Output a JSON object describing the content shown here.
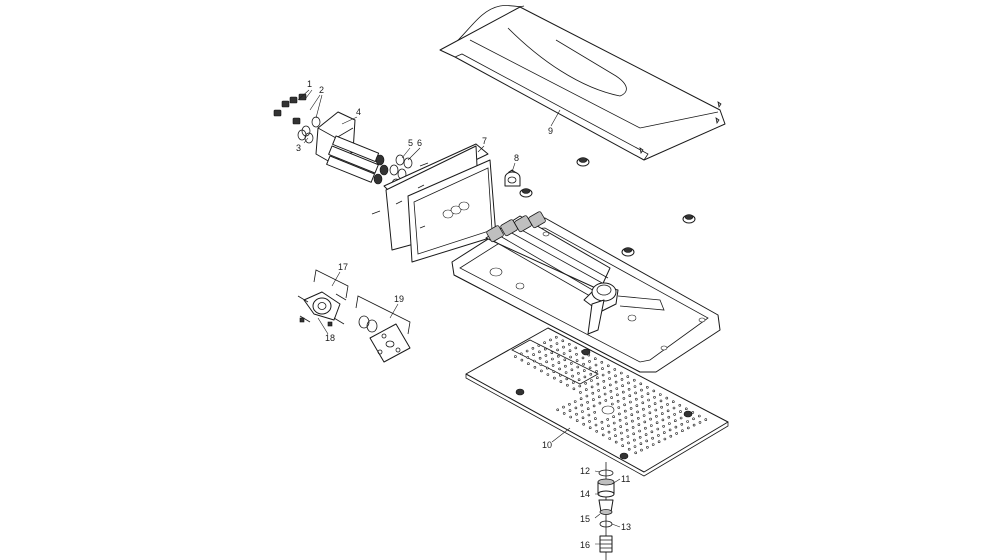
{
  "diagram": {
    "background": "#ffffff",
    "line_color": "#1a1a1a",
    "callouts": [
      {
        "id": "1",
        "label": "1"
      },
      {
        "id": "2",
        "label": "2"
      },
      {
        "id": "3",
        "label": "3"
      },
      {
        "id": "4",
        "label": "4"
      },
      {
        "id": "5",
        "label": "5"
      },
      {
        "id": "6",
        "label": "6"
      },
      {
        "id": "7",
        "label": "7"
      },
      {
        "id": "8",
        "label": "8"
      },
      {
        "id": "9",
        "label": "9"
      },
      {
        "id": "10",
        "label": "10"
      },
      {
        "id": "11",
        "label": "11"
      },
      {
        "id": "12",
        "label": "12"
      },
      {
        "id": "13",
        "label": "13"
      },
      {
        "id": "14",
        "label": "14"
      },
      {
        "id": "15",
        "label": "15"
      },
      {
        "id": "16",
        "label": "16"
      },
      {
        "id": "17",
        "label": "17"
      },
      {
        "id": "18",
        "label": "18"
      },
      {
        "id": "19",
        "label": "19"
      }
    ]
  }
}
